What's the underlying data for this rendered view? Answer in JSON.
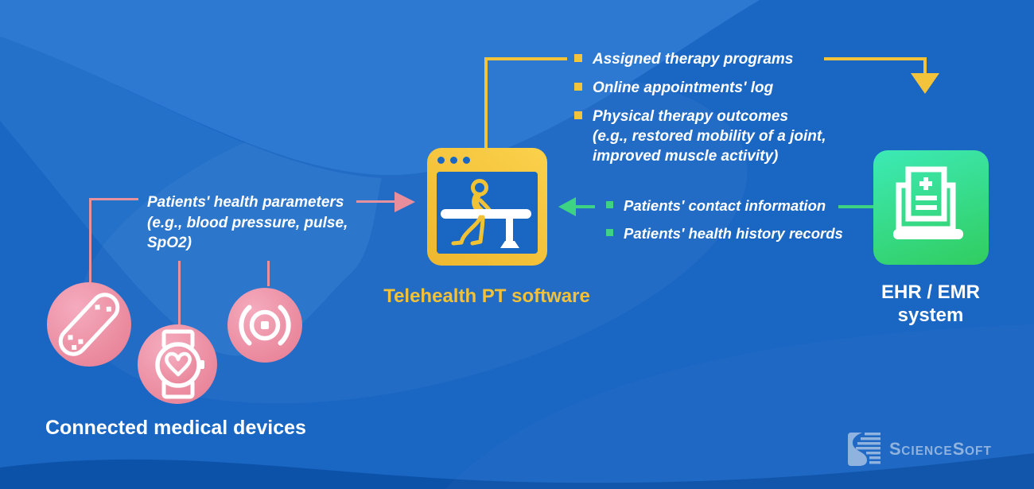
{
  "colors": {
    "background_blue": "#1a66c3",
    "background_light_wave": "#2d78d1",
    "background_dark_wave": "#0c52a9",
    "accent_yellow": "#f3c43a",
    "accent_pink": "#ec8fa2",
    "accent_green": "#3ed283",
    "ehr_gradient_top": "#3deab6",
    "ehr_gradient_bottom": "#31cd5f",
    "text_white": "#ffffff",
    "logo_blue": "#8fb2de"
  },
  "nodes": {
    "devices": {
      "caption": "Connected medical devices",
      "icons": [
        "sensor-patch",
        "smartwatch-heart-rate",
        "pulse-sensor"
      ]
    },
    "software": {
      "title": "Telehealth PT software",
      "icon": "browser-window-with-physical-therapy-patient"
    },
    "ehr": {
      "title_lines": [
        "EHR / EMR",
        "system"
      ],
      "icon": "laptop-with-medical-record"
    }
  },
  "flows": {
    "devices_to_software": {
      "direction": "devices -> software",
      "label_lines": [
        "Patients' health parameters",
        "(e.g., blood pressure, pulse,",
        "SpO2)"
      ]
    },
    "software_to_ehr": {
      "direction": "software -> EHR/EMR",
      "items": [
        {
          "lines": [
            "Assigned therapy programs"
          ]
        },
        {
          "lines": [
            "Online appointments' log"
          ]
        },
        {
          "lines": [
            "Physical therapy outcomes",
            "(e.g., restored mobility of a joint,",
            "improved muscle activity)"
          ]
        }
      ]
    },
    "ehr_to_software": {
      "direction": "EHR/EMR -> software",
      "items": [
        {
          "lines": [
            "Patients' contact information"
          ]
        },
        {
          "lines": [
            "Patients' health history records"
          ]
        }
      ]
    }
  },
  "branding": {
    "logo_text": "ScienceSoft",
    "logo_parts": [
      "S",
      "CIENCE",
      "S",
      "OFT"
    ]
  }
}
